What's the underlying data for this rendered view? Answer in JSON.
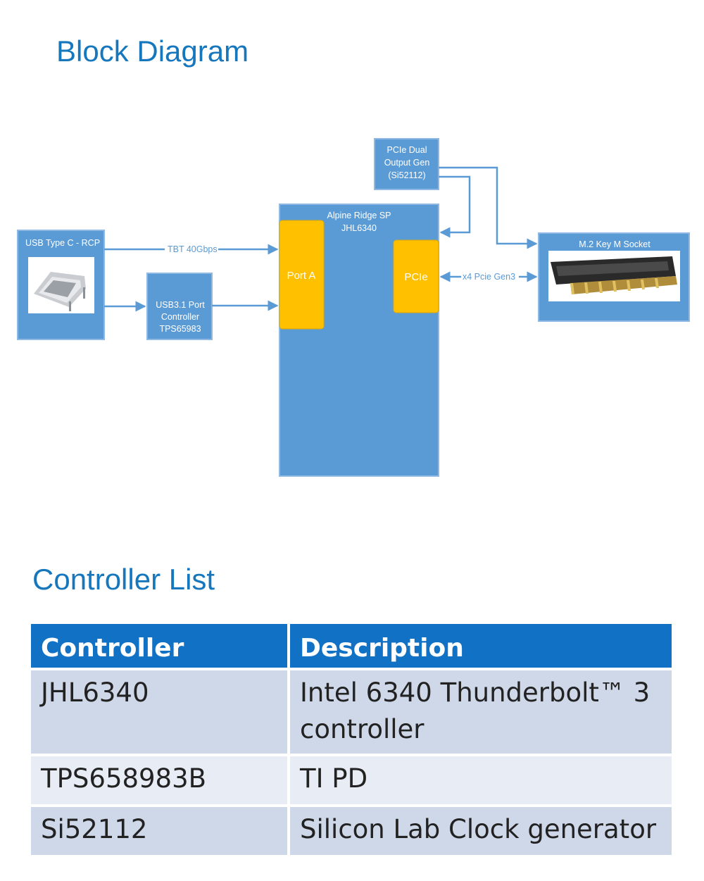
{
  "headings": {
    "block_diagram": "Block Diagram",
    "controller_list": "Controller List"
  },
  "diagram": {
    "usb_typec": "USB Type C - RCP",
    "usb_port_ctrl": [
      "USB3.1 Port",
      "Controller",
      "TPS65983"
    ],
    "pcie_dual": [
      "PCIe Dual",
      "Output Gen",
      "(Si52112)"
    ],
    "alpine_ridge": [
      "Alpine Ridge SP",
      "JHL6340"
    ],
    "port_a": "Port A",
    "pcie": "PCIe",
    "m2_socket": "M.2 Key M Socket",
    "tbt_link": "TBT 40Gbps",
    "pcie_link": "x4 Pcie Gen3",
    "icons": [
      "usb-c-connector-icon",
      "m2-connector-icon"
    ],
    "colors": {
      "block": "#5b9bd5",
      "port": "#ffc000"
    }
  },
  "table": {
    "headers": [
      "Controller",
      "Description"
    ],
    "rows": [
      {
        "controller": "JHL6340",
        "description": [
          "Intel 6340 Thunderbolt™ 3",
          "controller"
        ]
      },
      {
        "controller": "TPS658983B",
        "description": [
          "TI PD"
        ]
      },
      {
        "controller": "Si52112",
        "description": [
          "Silicon Lab Clock generator"
        ]
      }
    ],
    "colors": {
      "header": "#1171c5",
      "row_a": "#cfd8e9",
      "row_b": "#e8ecf5"
    }
  }
}
